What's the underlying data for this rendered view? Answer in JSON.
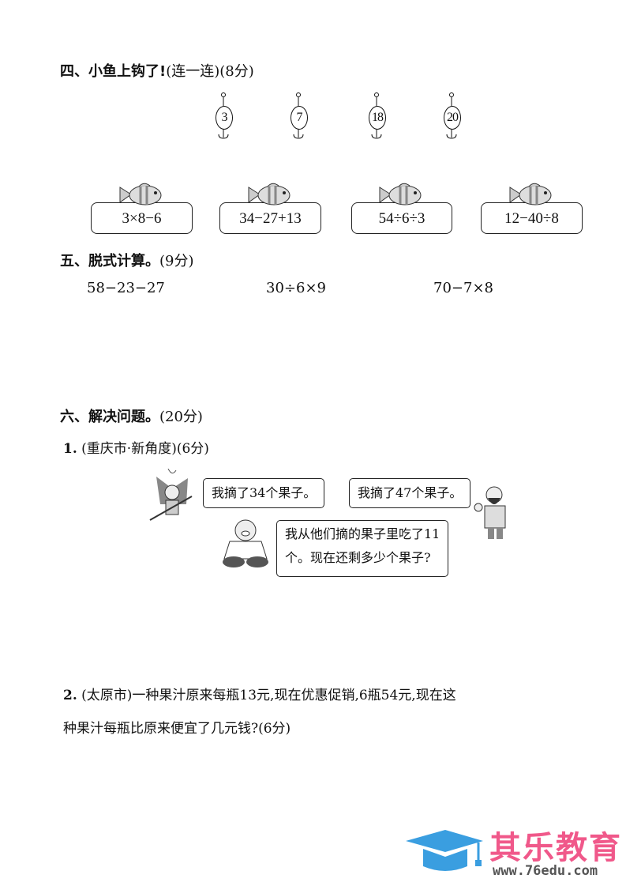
{
  "section4": {
    "title": "四、小鱼上钩了!",
    "sub": "(连一连)(8分)",
    "hooks": [
      "3",
      "7",
      "18",
      "20"
    ],
    "fish": [
      "3×8−6",
      "34−27+13",
      "54÷6÷3",
      "12−40÷8"
    ]
  },
  "section5": {
    "title": "五、脱式计算。",
    "sub": "(9分)",
    "exprs": [
      "58−23−27",
      "30÷6×9",
      "70−7×8"
    ]
  },
  "section6": {
    "title": "六、解决问题。",
    "sub": "(20分)",
    "q1": {
      "num": "1.",
      "text": "(重庆市·新角度)(6分)",
      "bubbles": [
        "我摘了34个果子。",
        "我摘了47个果子。",
        "我从他们摘的果子里吃了11",
        "个。现在还剩多少个果子?"
      ]
    },
    "q2": {
      "num": "2.",
      "line1": "(太原市)一种果汁原来每瓶13元,现在优惠促销,6瓶54元,现在这",
      "line2": "种果汁每瓶比原来便宜了几元钱?(6分)"
    }
  },
  "logo": {
    "name": "其乐教育",
    "url": "www.76edu.com",
    "colors": {
      "blue": "#3a9ee0",
      "pink": "#f0588a",
      "gray": "#555555"
    }
  }
}
